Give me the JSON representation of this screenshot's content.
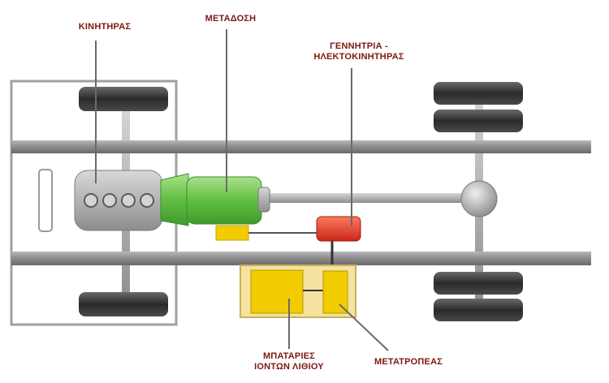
{
  "colors": {
    "label": "#7a1a12",
    "frame": "#8a8a8a",
    "engine": "#b0b0b0",
    "transmission": "#6cc24a",
    "generator": "#e8412a",
    "battery": "#f2cc00",
    "battery_box": "#f4e2a0",
    "tire": "#3a3a3a"
  },
  "labels": {
    "engine": "ΚΙΝΗΤΗΡΑΣ",
    "transmission": "ΜΕΤΑΔΟΣΗ",
    "generator_line1": "ΓΕΝΝΗΤΡΙΑ -",
    "generator_line2": "ΗΛΕΚΤΟΚΙΝΗΤΗΡΑΣ",
    "batteries_line1": "ΜΠΑΤΑΡΙΕΣ",
    "batteries_line2": "ΙΟΝΤΩΝ ΛΙΘΙΟΥ",
    "inverter": "ΜΕΤΑΤΡΟΠΕΑΣ"
  }
}
